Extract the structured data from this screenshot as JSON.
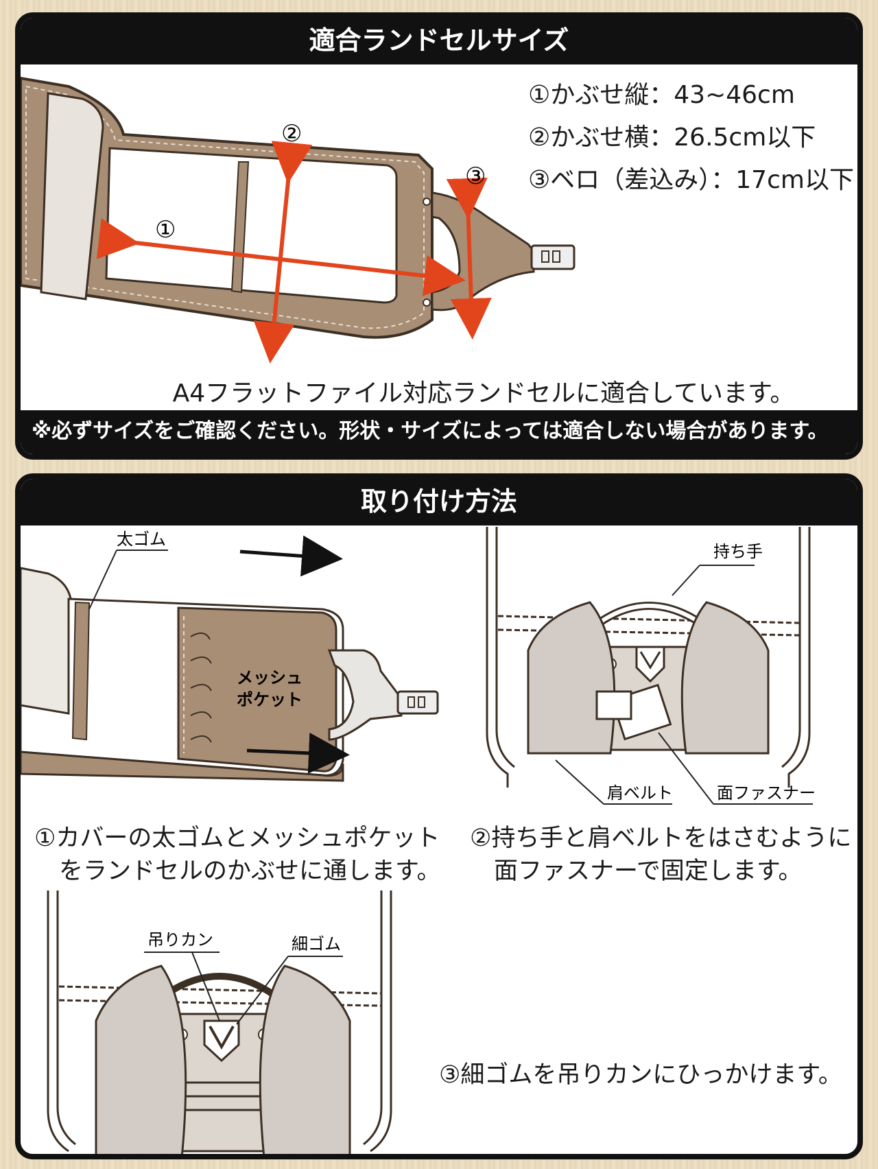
{
  "size_section": {
    "title": "適合ランドセルサイズ",
    "dimensions": [
      "①かぶせ縦：43~46cm",
      "②かぶせ横：26.5cm以下",
      "③ベロ（差込み）：17cm以下"
    ],
    "markers": [
      "①",
      "②",
      "③"
    ],
    "compat_text": "A4フラットファイル対応ランドセルに適合しています。",
    "note": "※必ずサイズをご確認ください。形状・サイズによっては適合しない場合があります。"
  },
  "install_section": {
    "title": "取り付け方法",
    "labels": {
      "thick_elastic": "太ゴム",
      "mesh_pocket_line1": "メッシュ",
      "mesh_pocket_line2": "ポケット",
      "handle": "持ち手",
      "shoulder_belt": "肩ベルト",
      "fastener": "面ファスナー",
      "hanging_ring": "吊りカン",
      "thin_elastic": "細ゴム"
    },
    "steps": {
      "step1_line1": "①カバーの太ゴムとメッシュポケット",
      "step1_line2": "をランドセルのかぶせに通します。",
      "step2_line1": "②持ち手と肩ベルトをはさむように",
      "step2_line2": "面ファスナーで固定します。",
      "step3": "③細ゴムを吊りカンにひっかけます。"
    }
  },
  "colors": {
    "cover_brown": "#a98e76",
    "cover_light": "#c8b39c",
    "arrow_red": "#e2441c",
    "panel_black": "#111111",
    "belt_gray": "#d3ccc6"
  }
}
